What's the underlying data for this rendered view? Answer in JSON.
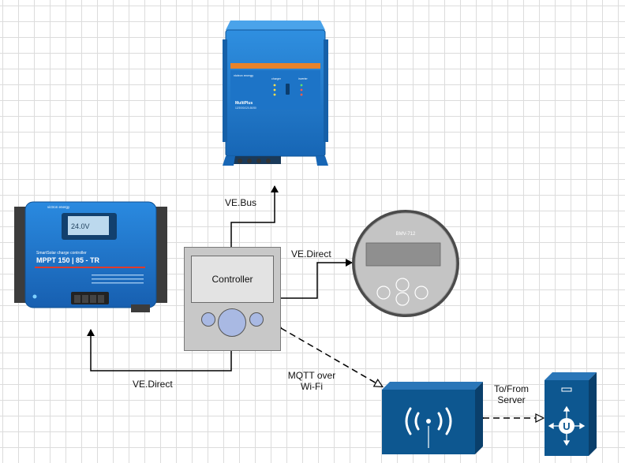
{
  "labels": {
    "ve_bus": "VE.Bus",
    "ve_direct_bmv": "VE.Direct",
    "ve_direct_mppt": "VE.Direct",
    "mqtt_line1": "MQTT over",
    "mqtt_line2": "Wi-Fi",
    "server_line1": "To/From",
    "server_line2": "Server"
  },
  "controller": {
    "title": "Controller"
  },
  "multiplus": {
    "brand": "victron energy",
    "model": "MultiPlus",
    "model_sub": "12/3000/120-50/50",
    "charger_label": "charger",
    "inverter_label": "inverter"
  },
  "mppt": {
    "brand": "victron energy",
    "product_line": "SmartSolar charge controller",
    "model": "MPPT 150 | 85 - TR",
    "display_reading": "24.0V"
  },
  "bmv": {
    "model": "BMV-712"
  },
  "wifi_device": {
    "icon": "wifi-signal-icon"
  },
  "server": {
    "icon": "server-u-icon",
    "glyph": "U"
  },
  "colors": {
    "victron_blue": "#1a72c4",
    "device_navy": "#0d5790",
    "controller_gray": "#c8c8c8",
    "controller_screen": "#e3e3e3",
    "controller_button": "#a9b9e3",
    "bmv_face": "#c4c4c4",
    "bmv_screen": "#8f8f8f",
    "server_blue": "#0d5790"
  }
}
